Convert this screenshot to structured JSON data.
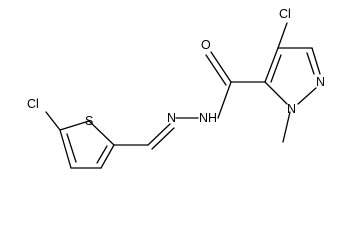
{
  "molecule": {
    "atoms": {
      "cl_thiophene": "Cl",
      "s_thiophene": "S",
      "n_hydrazone": "N",
      "nh_amide": "N",
      "h_amide": "H",
      "o_carbonyl": "O",
      "cl_pyrazole": "Cl",
      "n_pyrazole_2": "N",
      "n_pyrazole_1": "N",
      "methyl_label": "methyl"
    }
  }
}
